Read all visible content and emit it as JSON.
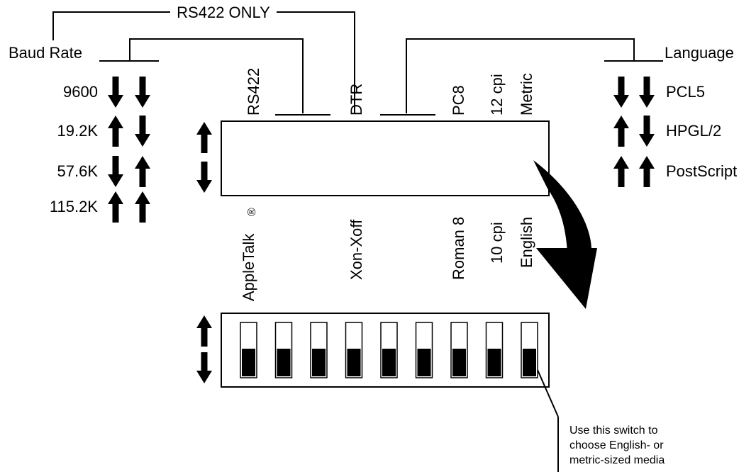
{
  "top_bracket_label": "RS422 ONLY",
  "baud_rate": {
    "title": "Baud Rate",
    "rows": [
      {
        "label": "9600",
        "switch_a": "down",
        "switch_b": "down"
      },
      {
        "label": "19.2K",
        "switch_a": "up",
        "switch_b": "down"
      },
      {
        "label": "57.6K",
        "switch_a": "down",
        "switch_b": "up"
      },
      {
        "label": "115.2K",
        "switch_a": "up",
        "switch_b": "up"
      }
    ]
  },
  "language": {
    "title": "Language",
    "rows": [
      {
        "label": "PCL5",
        "switch_a": "down",
        "switch_b": "down"
      },
      {
        "label": "HPGL/2",
        "switch_a": "up",
        "switch_b": "down"
      },
      {
        "label": "PostScript",
        "switch_a": "up",
        "switch_b": "up"
      }
    ]
  },
  "switch_labels_up": [
    "RS422",
    "DTR",
    "PC8",
    "12 cpi",
    "Metric"
  ],
  "switch_labels_down": [
    "AppleTalk",
    "Xon-Xoff",
    "Roman 8",
    "10 cpi",
    "English"
  ],
  "registered_mark": "®",
  "switch_count": 9,
  "callout": {
    "line1": "Use this switch to",
    "line2": "choose English- or",
    "line3": "metric-sized media"
  }
}
